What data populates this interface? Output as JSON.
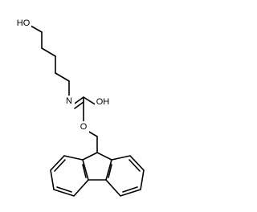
{
  "labels": {
    "hydroxyl_terminal": "HO",
    "amine_nitrogen": "N",
    "carbamate_hydroxyl": "OH",
    "ester_oxygen": "O"
  }
}
